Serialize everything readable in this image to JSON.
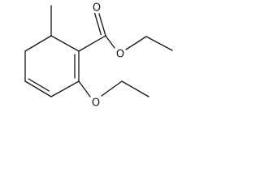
{
  "structure": {
    "atoms": [
      {
        "id": "carbonyl_oxygen",
        "symbol": "O"
      },
      {
        "id": "ester_oxygen",
        "symbol": "O"
      },
      {
        "id": "ether_oxygen",
        "symbol": "O"
      }
    ],
    "bonds": [
      {
        "id": "ring-c1-c2",
        "order": 2
      },
      {
        "id": "ring-c2-c3",
        "order": 1
      },
      {
        "id": "ring-c3-c4",
        "order": 2
      },
      {
        "id": "ring-c4-c5",
        "order": 1
      },
      {
        "id": "ring-c5-c6",
        "order": 1
      },
      {
        "id": "ring-c6-c1",
        "order": 1
      },
      {
        "id": "methyl",
        "order": 1
      },
      {
        "id": "c1-carbonyl-carbon",
        "order": 1
      },
      {
        "id": "carbonyl",
        "order": 2
      },
      {
        "id": "carbonyl-carbon-ester-oxygen",
        "order": 1
      },
      {
        "id": "ester-oxygen-ch2",
        "order": 1
      },
      {
        "id": "ester-ch2-ch3",
        "order": 1
      },
      {
        "id": "c2-ether-oxygen",
        "order": 1
      },
      {
        "id": "ether-oxygen-ch2",
        "order": 1
      },
      {
        "id": "ether-ch2-ch3",
        "order": 1
      }
    ]
  }
}
